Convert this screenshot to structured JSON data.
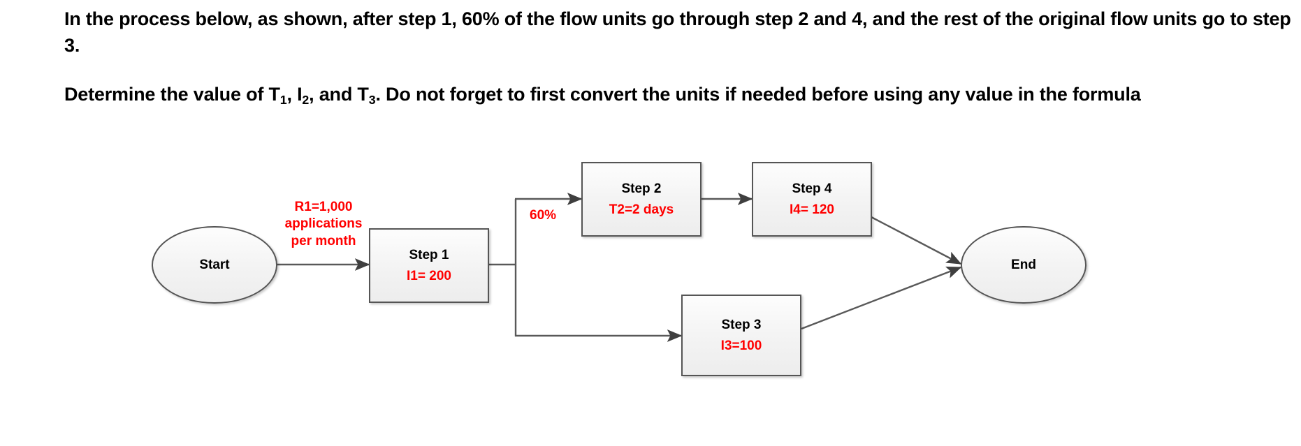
{
  "question": {
    "paragraph1": "In the process below, as shown, after step 1, 60% of the flow units go through step 2 and 4, and the rest of the original flow units go to step 3.",
    "paragraph2_parts": {
      "a": "Determine the value of T",
      "sub1": "1",
      "b": ", I",
      "sub2": "2",
      "c": ", and T",
      "sub3": "3",
      "d": ". Do not forget to first convert the units if needed before using any value in the formula"
    }
  },
  "diagram": {
    "colors": {
      "metric_red": "#FF0000",
      "node_border": "#555555",
      "connector": "#595959",
      "node_fill": "#F3F3F3"
    },
    "nodes": {
      "start": {
        "title": "Start",
        "metric": ""
      },
      "step1": {
        "title": "Step 1",
        "metric": "I1= 200"
      },
      "step2": {
        "title": "Step 2",
        "metric": "T2=2 days"
      },
      "step3": {
        "title": "Step 3",
        "metric": "I3=100"
      },
      "step4": {
        "title": "Step 4",
        "metric": "I4= 120"
      },
      "end": {
        "title": "End",
        "metric": ""
      }
    },
    "edge_labels": {
      "rate": "R1=1,000\napplications\nper month",
      "split_percent": "60%"
    }
  }
}
